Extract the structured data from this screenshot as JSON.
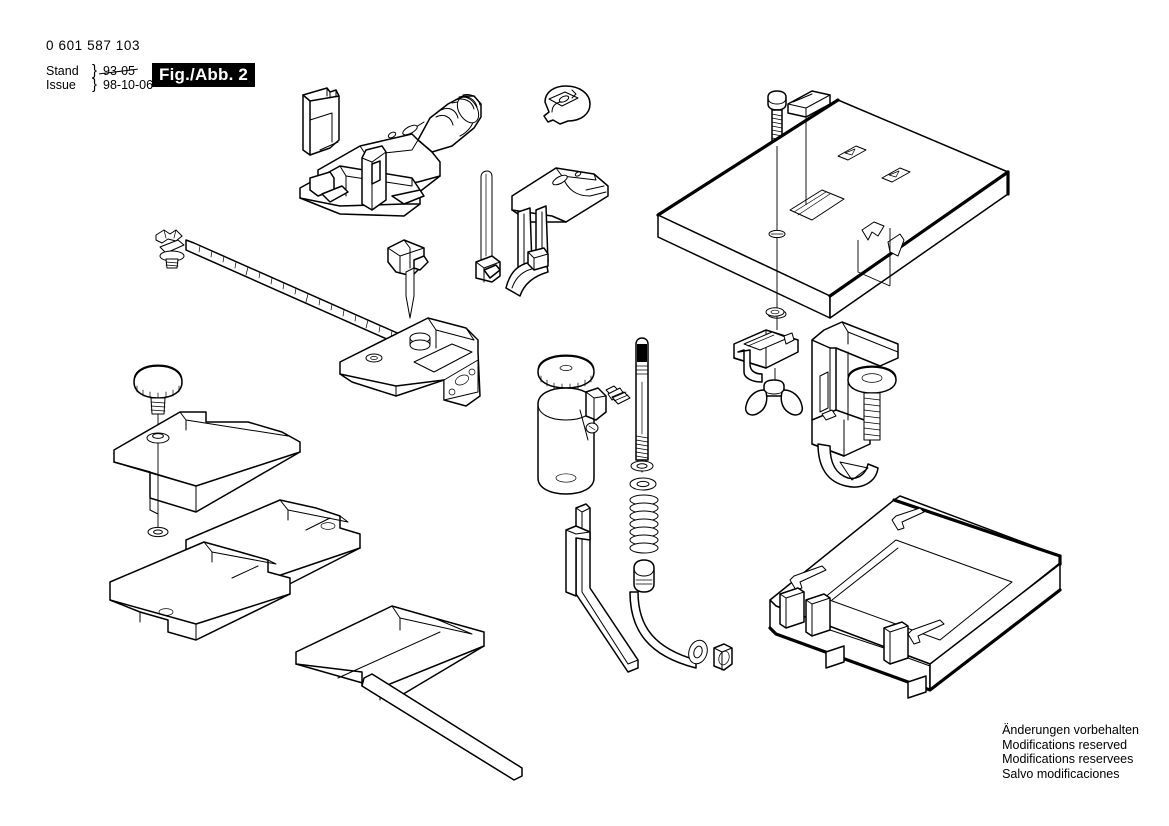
{
  "document": {
    "part_number": "0 601 587 103",
    "figure_label": "Fig./Abb. 2",
    "background_color": "#ffffff",
    "line_color": "#000000"
  },
  "revision": {
    "row_de": {
      "label": "Stand",
      "brace": "}",
      "value": "93-05",
      "superseded": true
    },
    "row_en": {
      "label": "Issue",
      "brace": "}",
      "value": "98-10-06",
      "superseded": false
    }
  },
  "disclaimer": {
    "line_de": "Änderungen vorbehalten",
    "line_en": "Modifications reserved",
    "line_fr": "Modifications reservees",
    "line_es": "Salvo modificaciones"
  },
  "diagram": {
    "type": "exploded-parts-view",
    "style": "monochrome technical line art, isometric projection",
    "callout_numbers_present": false,
    "parts": [
      {
        "id": "corner-bracket",
        "name": "Corner guard bracket",
        "region": "top-left"
      },
      {
        "id": "tool-cradle",
        "name": "Power tool holder cradle",
        "region": "top-left"
      },
      {
        "id": "slotted-disc",
        "name": "Slotted locking disc",
        "region": "top-center"
      },
      {
        "id": "depth-stop-rod",
        "name": "Depth stop rod",
        "region": "top-center"
      },
      {
        "id": "guide-bracket",
        "name": "Guide fence bracket",
        "region": "top-center"
      },
      {
        "id": "hex-bolt",
        "name": "Hex head bolt",
        "region": "top-right"
      },
      {
        "id": "table-insert",
        "name": "Table slot insert",
        "region": "top-right"
      },
      {
        "id": "work-table",
        "name": "Work table plate",
        "region": "top-right"
      },
      {
        "id": "scale-ruler",
        "name": "Graduated scale ruler",
        "region": "mid-left"
      },
      {
        "id": "ruler-clamp",
        "name": "Ruler clamp screw",
        "region": "mid-left"
      },
      {
        "id": "circle-cutter-pin",
        "name": "Circle cutter pivot pin",
        "region": "mid-center"
      },
      {
        "id": "t-fence-block",
        "name": "T-slot fence block",
        "region": "mid-center"
      },
      {
        "id": "knob-screw",
        "name": "Knurled knob screw",
        "region": "mid-left"
      },
      {
        "id": "base-plate",
        "name": "Base plate",
        "region": "mid-left"
      },
      {
        "id": "extension-plate-a",
        "name": "Table extension plate",
        "region": "bottom-left"
      },
      {
        "id": "extension-plate-b",
        "name": "Table extension plate",
        "region": "bottom-left"
      },
      {
        "id": "extension-plate-c",
        "name": "Table extension plate w/ rail",
        "region": "bottom-left"
      },
      {
        "id": "column-cap",
        "name": "Knurled column cap",
        "region": "mid-center"
      },
      {
        "id": "column-tube",
        "name": "Column tube",
        "region": "mid-center"
      },
      {
        "id": "column-set-screw",
        "name": "Column set screw",
        "region": "mid-center"
      },
      {
        "id": "l-rod",
        "name": "L-shaped support rod",
        "region": "bottom-center"
      },
      {
        "id": "threaded-rod",
        "name": "Threaded feed rod",
        "region": "mid-center"
      },
      {
        "id": "washer-small",
        "name": "Washer",
        "region": "mid-center"
      },
      {
        "id": "washer-large",
        "name": "Washer",
        "region": "mid-center"
      },
      {
        "id": "compression-spring",
        "name": "Compression spring",
        "region": "mid-center"
      },
      {
        "id": "bent-handle-rod",
        "name": "Bent handle rod",
        "region": "bottom-center"
      },
      {
        "id": "handle-washer",
        "name": "Washer",
        "region": "bottom-center"
      },
      {
        "id": "hex-nut",
        "name": "Hex nut",
        "region": "bottom-center"
      },
      {
        "id": "slide-bracket",
        "name": "Slide mounting bracket",
        "region": "mid-right"
      },
      {
        "id": "wing-nut",
        "name": "Wing nut",
        "region": "mid-right"
      },
      {
        "id": "bench-clamp",
        "name": "Bench C-clamp",
        "region": "mid-right"
      },
      {
        "id": "clamp-screw",
        "name": "Clamp screw",
        "region": "mid-right"
      },
      {
        "id": "carrying-case",
        "name": "Plastic carrying case",
        "region": "bottom-right"
      }
    ]
  }
}
